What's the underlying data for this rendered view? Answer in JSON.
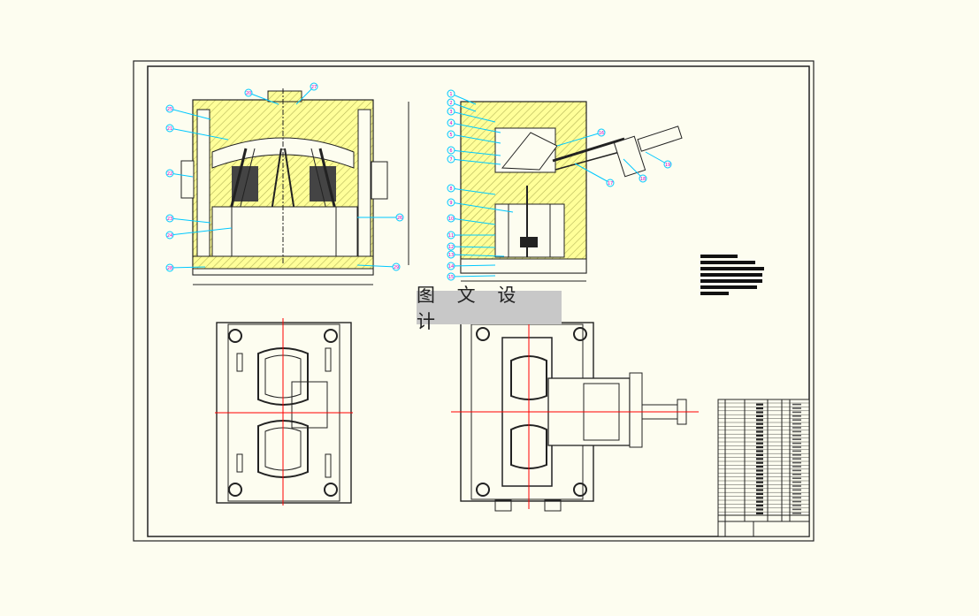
{
  "watermark": {
    "text": "图 文 设 计"
  },
  "callouts_front": [
    "20",
    "27",
    "25",
    "21",
    "22",
    "23",
    "24",
    "26",
    "28",
    "29"
  ],
  "callouts_side": [
    "1",
    "2",
    "3",
    "4",
    "5",
    "6",
    "7",
    "8",
    "9",
    "10",
    "11",
    "12",
    "13",
    "14",
    "15",
    "16",
    "17",
    "18",
    "19"
  ],
  "colors": {
    "background": "#fdfdf0",
    "mold_fill": "#ffff99",
    "hatch": "#b5b559",
    "line": "#111111",
    "center_line": "#ff0000",
    "callout": "#00c8ff",
    "callout_text": "#cc00cc",
    "watermark_bg": "#c8c8c8"
  }
}
